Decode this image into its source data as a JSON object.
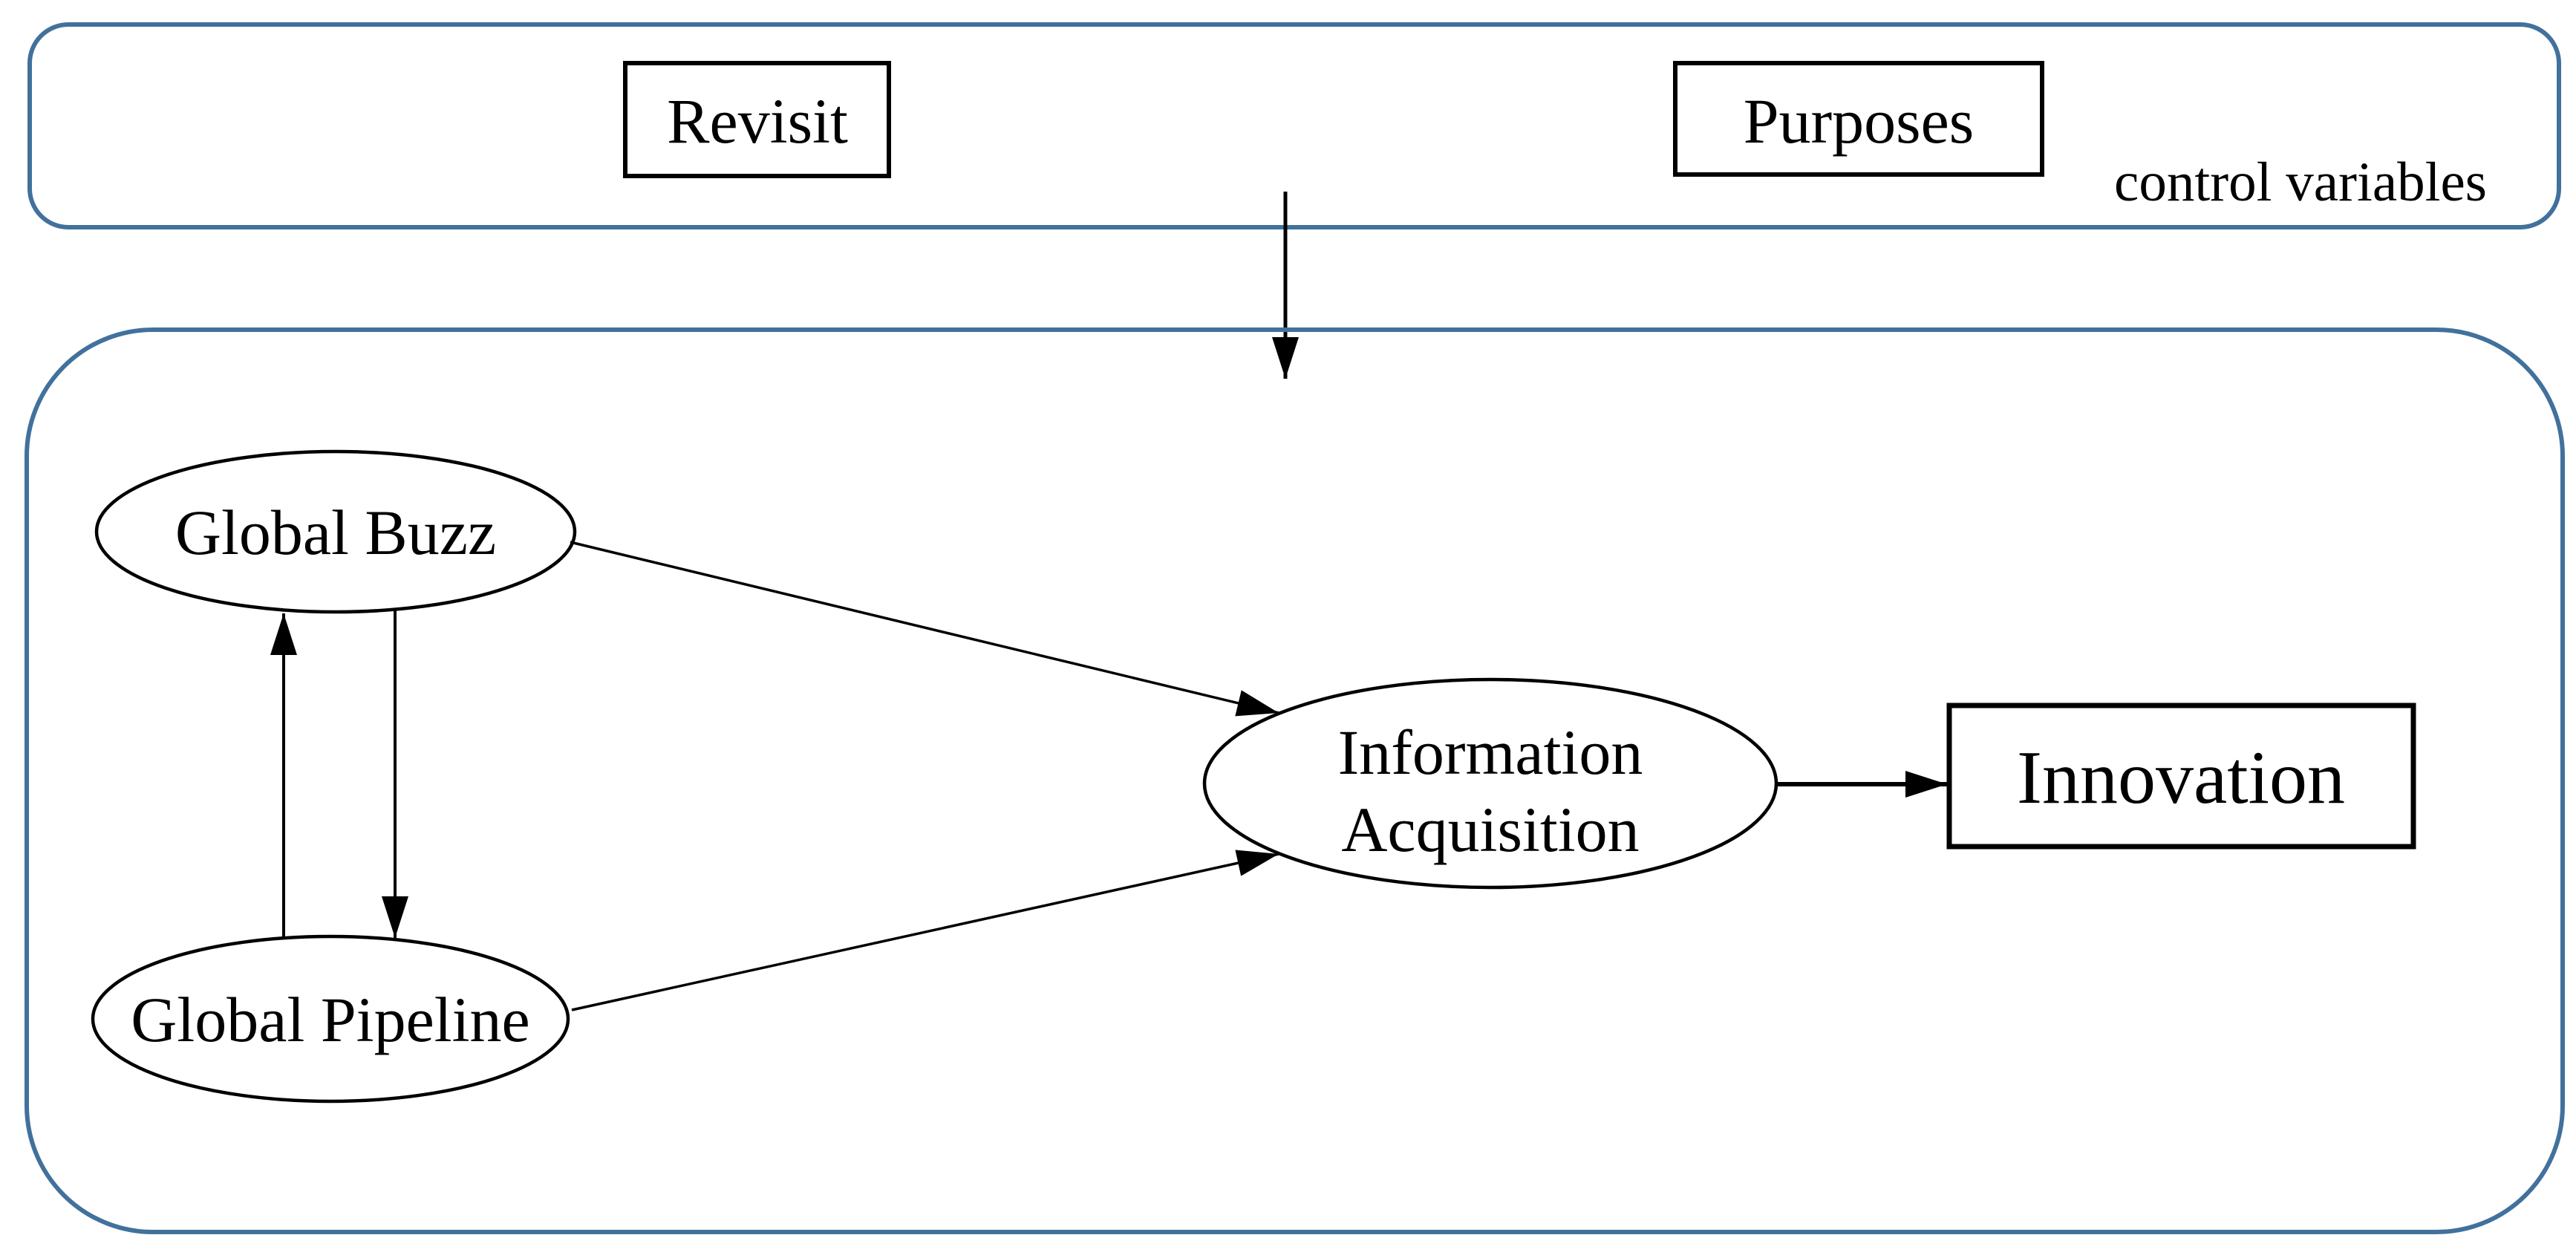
{
  "diagram": {
    "colors": {
      "frame": "#41719c",
      "shape": "#000000",
      "text": "#000000",
      "background": "#ffffff"
    },
    "top_panel": {
      "revisit": "Revisit",
      "purposes": "Purposes",
      "caption": "control variables"
    },
    "model": {
      "global_buzz": "Global Buzz",
      "global_pipeline": "Global Pipeline",
      "information_acquisition": {
        "line1": "Information",
        "line2": "Acquisition"
      },
      "innovation": "Innovation"
    },
    "edges": [
      {
        "from": "control variables",
        "to": "model panel",
        "type": "arrow"
      },
      {
        "from": "Global Pipeline",
        "to": "Global Buzz",
        "type": "arrow"
      },
      {
        "from": "Global Buzz",
        "to": "Global Pipeline",
        "type": "arrow"
      },
      {
        "from": "Global Buzz",
        "to": "Information Acquisition",
        "type": "arrow"
      },
      {
        "from": "Global Pipeline",
        "to": "Information Acquisition",
        "type": "arrow"
      },
      {
        "from": "Information Acquisition",
        "to": "Innovation",
        "type": "arrow"
      }
    ]
  }
}
